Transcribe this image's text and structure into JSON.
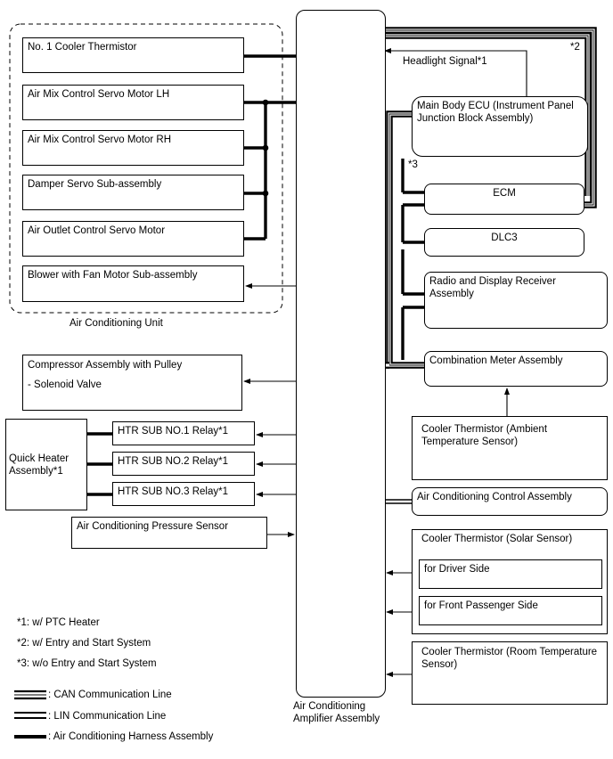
{
  "amplifier_label": "Air Conditioning Amplifier Assembly",
  "ac_unit": {
    "label": "Air Conditioning Unit",
    "items": [
      "No. 1 Cooler Thermistor",
      "Air Mix Control Servo Motor LH",
      "Air Mix Control Servo Motor RH",
      "Damper Servo Sub-assembly",
      "Air Outlet Control Servo Motor",
      "Blower with Fan Motor Sub-assembly"
    ]
  },
  "compressor": {
    "title": "Compressor Assembly with Pulley",
    "sub": "- Solenoid Valve"
  },
  "quick_heater": "Quick Heater Assembly*1",
  "relays": [
    "HTR SUB NO.1 Relay*1",
    "HTR SUB NO.2 Relay*1",
    "HTR SUB NO.3 Relay*1"
  ],
  "pressure_sensor": "Air Conditioning Pressure Sensor",
  "right": {
    "headlight_signal": "Headlight Signal*1",
    "note2": "*2",
    "note3": "*3",
    "main_body_ecu": "Main Body ECU (Instrument Panel Junction Block Assembly)",
    "ecm": "ECM",
    "dlc3": "DLC3",
    "radio": "Radio and Display Receiver Assembly",
    "combination_meter": "Combination Meter Assembly",
    "ambient_sensor": "Cooler Thermistor (Ambient Temperature Sensor)",
    "ac_control": "Air Conditioning Control Assembly",
    "solar_sensor": {
      "title": "Cooler Thermistor (Solar Sensor)",
      "driver": "for Driver Side",
      "passenger": "for Front Passenger Side"
    },
    "room_sensor": "Cooler Thermistor (Room Temperature Sensor)"
  },
  "notes": [
    "*1: w/ PTC Heater",
    "*2: w/ Entry and Start System",
    "*3: w/o Entry and Start System"
  ],
  "legend": [
    ": CAN Communication Line",
    ": LIN Communication Line",
    ": Air Conditioning Harness Assembly"
  ]
}
